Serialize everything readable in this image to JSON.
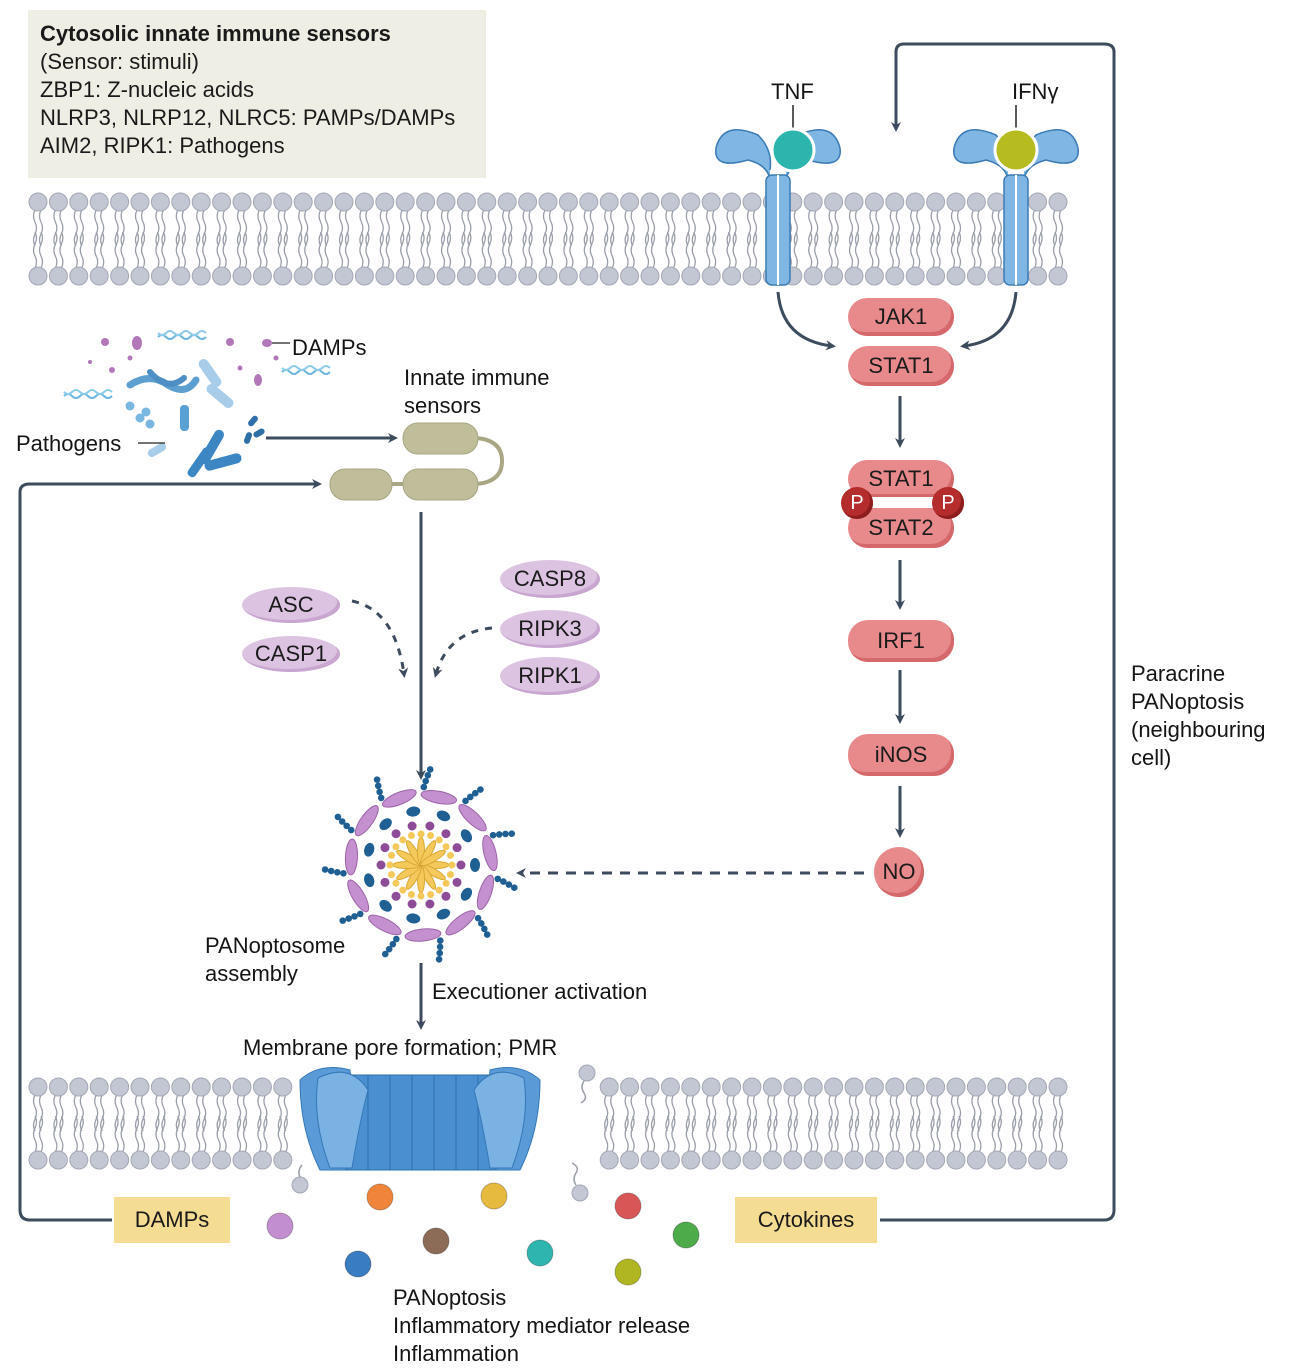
{
  "legend": {
    "title": "Cytosolic innate immune sensors",
    "subtitle": "(Sensor: stimuli)",
    "lines": [
      "ZBP1: Z-nucleic acids",
      "NLRP3, NLRP12, NLRC5: PAMPs/DAMPs",
      "AIM2, RIPK1: Pathogens"
    ]
  },
  "ligands": {
    "tnf": {
      "label": "TNF",
      "color": "#2bb5ad"
    },
    "ifng": {
      "label": "IFNγ",
      "color": "#b6bb1f"
    }
  },
  "labels": {
    "damps_top": "DAMPs",
    "pathogens": "Pathogens",
    "sensors_line1": "Innate immune",
    "sensors_line2": "sensors",
    "panoptosome_line1": "PANoptosome",
    "panoptosome_line2": "assembly",
    "executioner": "Executioner activation",
    "pore": "Membrane pore formation; PMR",
    "paracrine": [
      "Paracrine",
      "PANoptosis",
      "(neighbouring",
      "cell)"
    ],
    "outcome": [
      "PANoptosis",
      "Inflammatory mediator release",
      "Inflammation"
    ]
  },
  "pathway": {
    "jak1": "JAK1",
    "stat1": "STAT1",
    "dimer_top": "STAT1",
    "dimer_bottom": "STAT2",
    "phospho": "P",
    "irf1": "IRF1",
    "inos": "iNOS",
    "no": "NO"
  },
  "adaptors": {
    "left": [
      "ASC",
      "CASP1"
    ],
    "right": [
      "CASP8",
      "RIPK3",
      "RIPK1"
    ]
  },
  "tags": {
    "damps": "DAMPs",
    "cytokines": "Cytokines"
  },
  "colors": {
    "arrow": "#3d4b5e",
    "protein_pink": "#e88a8c",
    "adaptor_purple": "#dcc3e2",
    "tag_yellow": "#f5dc93",
    "lipid": "#c3c7d4",
    "receptor_blue": "#7fb6e3",
    "pore_blue": "#4a8fd0"
  },
  "mediators": [
    "#c38ed0",
    "#f0843a",
    "#e6b93f",
    "#d95656",
    "#4dab49",
    "#3a7cc2",
    "#8c6b57",
    "#2fb5b0",
    "#b0b622"
  ]
}
